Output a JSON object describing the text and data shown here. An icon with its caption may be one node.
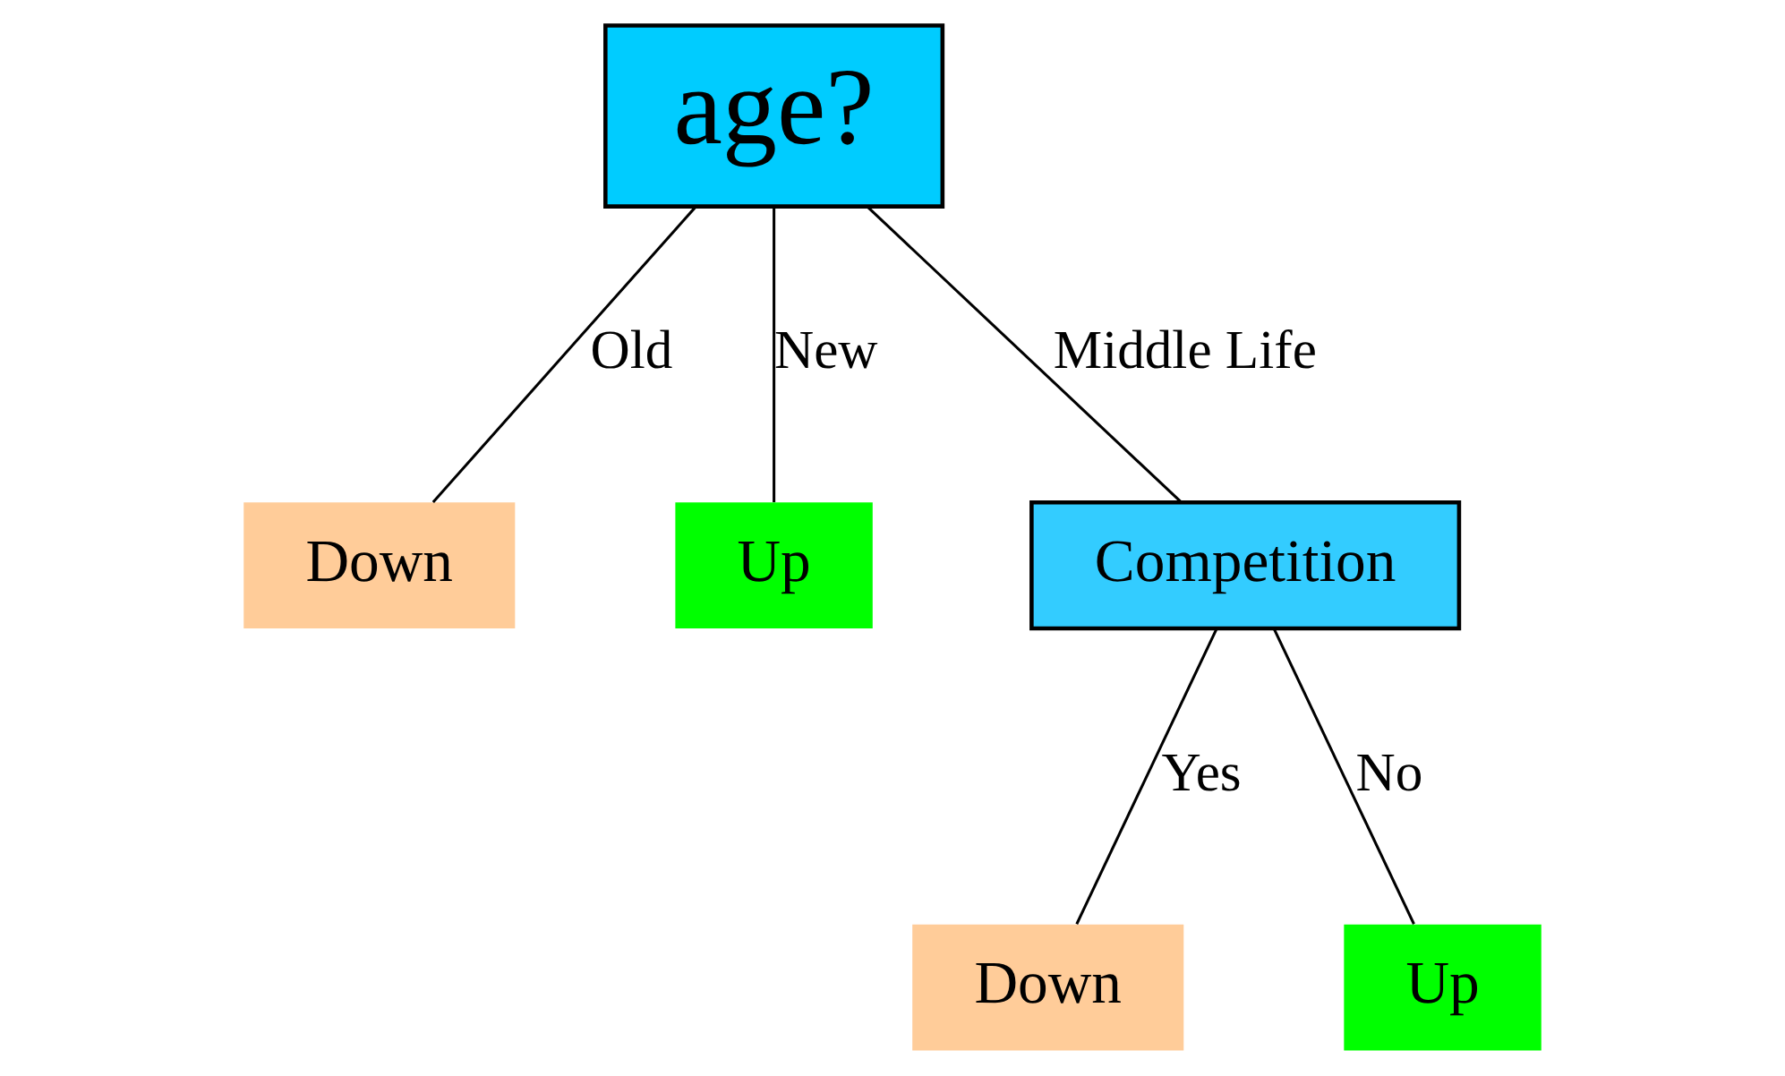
{
  "diagram": {
    "nodes": [
      {
        "text": [
          "age?"
        ]
      },
      {
        "text": [
          "Down"
        ]
      },
      {
        "text": [
          "Up"
        ]
      },
      {
        "text": [
          "Competition"
        ]
      },
      {
        "text": [
          "Down"
        ]
      },
      {
        "text": [
          "Up"
        ]
      }
    ],
    "edges": [
      {
        "from": 0,
        "to": 1,
        "arrow": "none",
        "label": "Old"
      },
      {
        "from": 0,
        "to": 2,
        "arrow": "none",
        "label": "New"
      },
      {
        "from": 0,
        "to": 3,
        "arrow": "none",
        "label": "Middle Life"
      },
      {
        "from": 3,
        "to": 4,
        "arrow": "none",
        "label": "Yes"
      },
      {
        "from": 3,
        "to": 5,
        "arrow": "none",
        "label": "No"
      }
    ]
  }
}
